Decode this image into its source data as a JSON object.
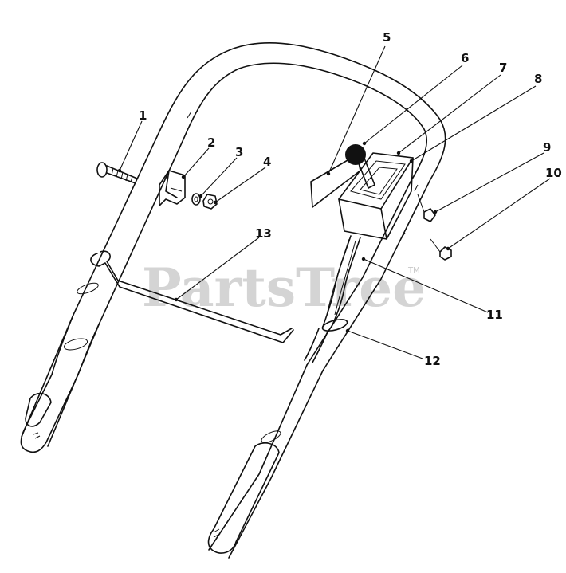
{
  "watermark": {
    "text": "PartsTree",
    "trademark": "TM"
  },
  "callouts": [
    {
      "label": "1"
    },
    {
      "label": "2"
    },
    {
      "label": "3"
    },
    {
      "label": "4"
    },
    {
      "label": "5"
    },
    {
      "label": "6"
    },
    {
      "label": "7"
    },
    {
      "label": "8"
    },
    {
      "label": "9"
    },
    {
      "label": "10"
    },
    {
      "label": "11"
    },
    {
      "label": "12"
    },
    {
      "label": "13"
    }
  ]
}
